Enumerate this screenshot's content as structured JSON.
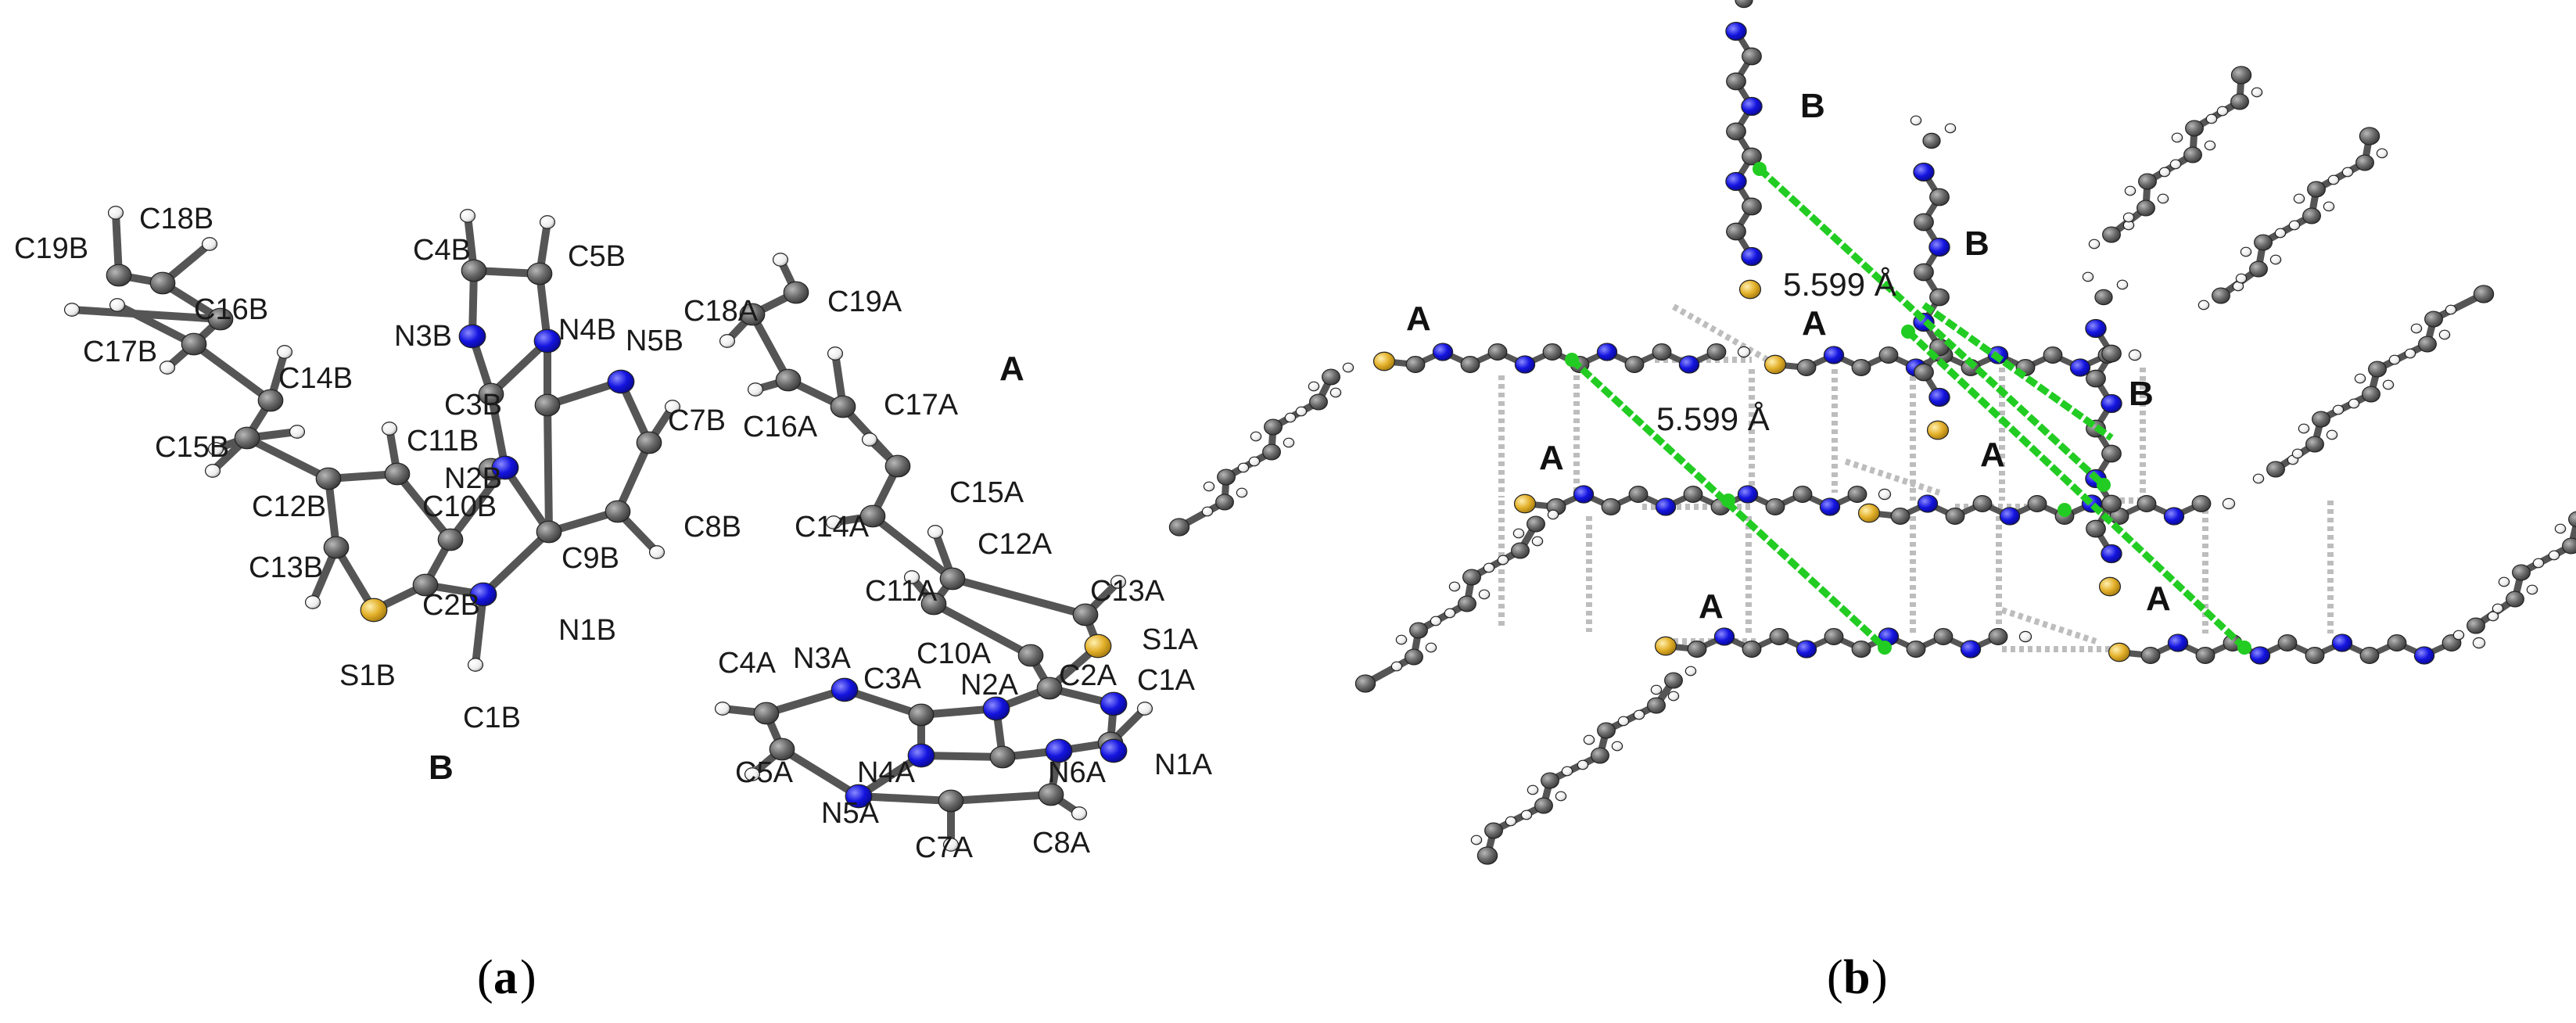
{
  "panel_a": {
    "caption": {
      "open": "(",
      "letter": "a",
      "close": ")"
    },
    "molecule_labels": {
      "B": "B",
      "A": "A"
    },
    "atoms_B": [
      "C19B",
      "C18B",
      "C16B",
      "C17B",
      "C14B",
      "C15B",
      "C12B",
      "C13B",
      "S1B",
      "C11B",
      "N2B",
      "C10B",
      "C2B",
      "C1B",
      "N1B",
      "C9B",
      "C3B",
      "N3B",
      "C4B",
      "C5B",
      "N4B",
      "N5B",
      "C7B",
      "C8B"
    ],
    "atoms_A": [
      "C18A",
      "C19A",
      "C16A",
      "C17A",
      "C15A",
      "C14A",
      "C12A",
      "C13A",
      "C11A",
      "S1A",
      "C10A",
      "N2A",
      "C2A",
      "C1A",
      "C4A",
      "N3A",
      "C3A",
      "N1A",
      "C5A",
      "N4A",
      "N6A",
      "N5A",
      "C7A",
      "C8A"
    ]
  },
  "panel_b": {
    "caption": {
      "open": "(",
      "letter": "b",
      "close": ")"
    },
    "distance_upper": "5.599 Å",
    "distance_lower": "5.599 Å",
    "molecule_labels": [
      "B",
      "B",
      "B",
      "A",
      "A",
      "A",
      "A",
      "A",
      "A"
    ]
  },
  "colors": {
    "carbon": "#5f5f5f",
    "nitrogen": "#1a1ae6",
    "sulfur": "#e3b02a",
    "hydrogen": "#f2f2f2",
    "centroid_line": "#22cc22",
    "hbond": "#c8c8c8"
  }
}
